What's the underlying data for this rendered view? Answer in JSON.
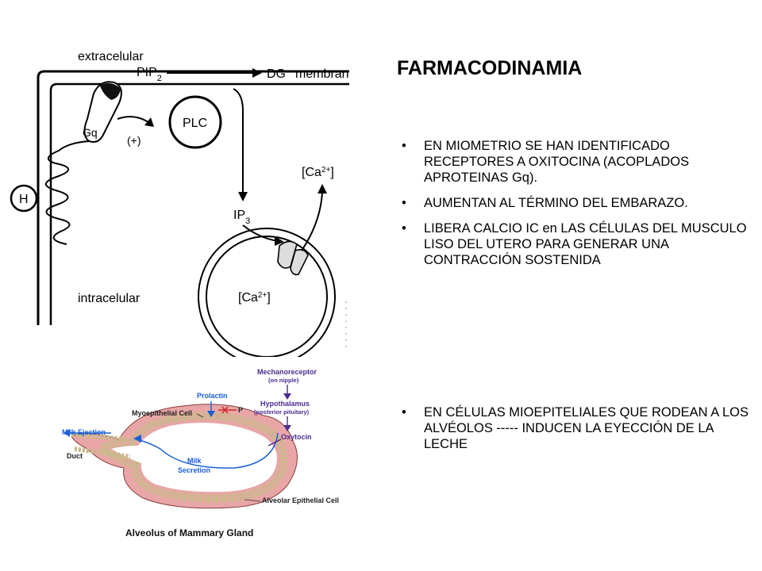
{
  "title": "FARMACODINAMIA",
  "bullets_top": [
    "EN MIOMETRIO SE HAN IDENTIFICADO RECEPTORES A OXITOCINA (ACOPLADOS APROTEINAS Gq).",
    "AUMENTAN AL TÉRMINO DEL EMBARAZO.",
    "LIBERA CALCIO IC en LAS CÉLULAS DEL MUSCULO LISO DEL UTERO PARA GENERAR UNA CONTRACCIÓN SOSTENIDA"
  ],
  "bullets_bottom": [
    "EN CÉLULAS MIOEPITELIALES QUE RODEAN A LOS ALVÉOLOS ----- INDUCEN LA EYECCIÓN DE LA LECHE"
  ],
  "signal_diagram": {
    "extracelular": "extracelular",
    "intracelular": "intracelular",
    "pip2": "PIP",
    "pip2_sub": "2",
    "dg": "DG",
    "membrana": "membrana",
    "plc": "PLC",
    "gq": "Gq",
    "plus": "(+)",
    "hormone": "H",
    "ip3": "IP",
    "ip3_sub": "3",
    "ca_cyto": "[Ca",
    "ca_cyto_sup": "2+",
    "ca_store": "[Ca",
    "ca_store_sup": "2+"
  },
  "alveolus_diagram": {
    "mechanoreceptor": "Mechanoreceptor",
    "mechanoreceptor_sub": "(on nipple)",
    "hypothalamus": "Hypothalamus",
    "hypothalamus_sub": "(posterior pituitary)",
    "prolactin": "Prolactin",
    "p_label": "P",
    "myoepithelial": "Myoepithelial Cell",
    "milk_ejection": "Milk Ejection",
    "oxytocin": "Oxytocin",
    "duct": "Duct",
    "milk": "Milk",
    "secretion": "Secretion",
    "alveolar_cell": "Alveolar Epithelial Cell",
    "caption": "Alveolus of Mammary Gland"
  },
  "colors": {
    "accent_blue": "#1a5fd6",
    "accent_purple": "#4a2d8f",
    "tissue_pink": "#e8a6a6",
    "inhibit_red": "#d62828"
  }
}
